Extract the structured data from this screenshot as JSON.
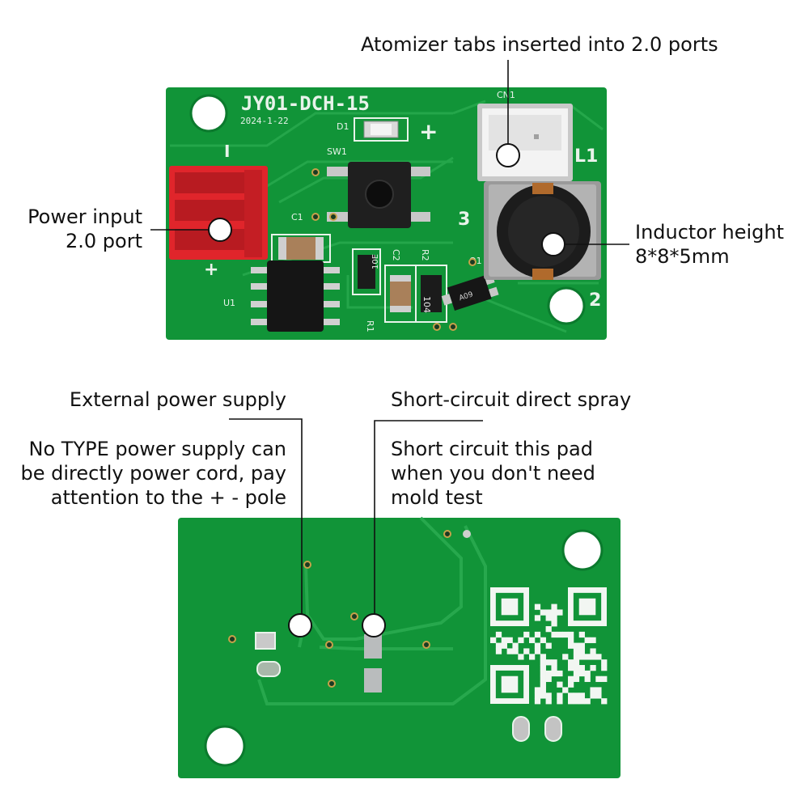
{
  "colors": {
    "pcb_green": "#119438",
    "pcb_dark": "#0b7a2d",
    "trace_green": "#24a54a",
    "silkscreen": "#e8f3ea",
    "connector_red": "#e0252b",
    "connector_white": "#f3f3f3",
    "ic_black": "#151515",
    "callout_line": "#111111",
    "pad_silver": "#b9bcbd"
  },
  "board_top": {
    "model_text": "JY01-DCH-15",
    "date_text": "2024-1-22",
    "silk_d1": "D1",
    "silk_sw1": "SW1",
    "silk_c1": "C1",
    "silk_u1": "U1",
    "silk_cn1": "CN1",
    "silk_l1": "L1",
    "silk_plus_top": "+",
    "silk_plus_left": "+",
    "silk_minus_left": "I",
    "silk_3": "3",
    "silk_2": "2",
    "silk_c2": "C2",
    "silk_r2": "R2",
    "silk_r1": "R1",
    "silk_q1": "Q1",
    "resistor_a": "10E",
    "resistor_b": "104",
    "transistor_mark": "A09"
  },
  "callouts": {
    "atomizer": "Atomizer tabs inserted into 2.0 ports",
    "power_input": "Power input\n2.0 port",
    "inductor": "Inductor height\n8*8*5mm",
    "external_title": "External power supply",
    "external_desc": "No TYPE power supply can\nbe directly power cord, pay\nattention to the + - pole",
    "short_title": "Short-circuit direct spray",
    "short_desc": "Short circuit this pad\nwhen you don't need\nmold test"
  }
}
